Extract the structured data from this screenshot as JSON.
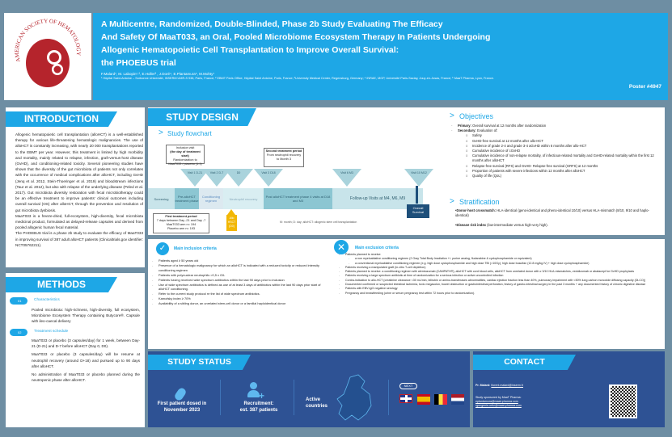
{
  "header": {
    "logo_text": "AMERICAN SOCIETY OF HEMATOLOGY",
    "title_lines": [
      "A Multicentre, Randomized, Double-Blinded, Phase 2b Study Evaluating The Efficacy",
      "And Safety Of MaaT033, an Oral, Pooled Microbiome Ecosystem Therapy In Patients Undergoing",
      "Allogenic Hematopoietic Cell Transplantation to Improve Overall Survival:",
      "the PHOEBUS trial"
    ],
    "authors": "F.Malard¹, M. Labopin¹˒², E.Holler³ , J.Doré⁴, E.Plantamura⁵, M.Mohty¹",
    "affiliations": "¹ Hôpital Saint-Antoine – Sorbonne Université, INSERM UMR-S 938, Paris, France; ² EBMT Paris Office, Hôpital Saint Antoine, Paris, France; ³University Medical Center, Regensburg, Germany; ⁴ INRAE, MGP, Université Paris-Saclay, Jouy-en-Josas, France; ⁵ MaaT Pharma, Lyon, France.",
    "poster_number": "Poster #4947"
  },
  "introduction": {
    "title": "INTRODUCTION",
    "paragraphs": [
      "Allogenic hematopoietic cell transplantation (alloHCT) is a well-established therapy for various life-threatening hematologic malignancies. The use of alloHCT is constantly increasing, with nearly 20 000 transplantations reported to the EBMT per year. However, this treatment is limited by high morbidity and mortality, mainly related to relapse, infection, graft-versus-host disease (GvHD), and conditioning-related toxicity. Several pioneering studies have shown that the diversity of the gut microbiota of patients not only correlates with the occurrence of medical complications after alloHCT, including GvHD (Jenq et al. 2012, Stein-Thoeringer et al. 2019) and bloodstream infections (Taur et al. 2012), but also with relapse of the underlying disease (Peled et al. 2017). Gut microbiota diversity restoration with fecal microbiotherapy could be an effective treatment to improve patients' clinical outcomes including overall survival (OS) after alloHCT, through the prevention and resolution of gut microbiota dysbiosis.",
      "MaaT033 is a freeze-dried, full-ecosystem, high-diversity, fecal microbiota medicinal product, formulated as delayed-release capsules and derived from pooled allogenic human fecal material.",
      "The PHOEBUS trial is a phase 2b study to evaluate the efficacy of MaaT033 in improving survival of 387 adult alloHCT patients (Clinicaltrials.gov identifier: NCT05762211)."
    ]
  },
  "methods": {
    "title": "METHODS",
    "items": [
      {
        "badge": "01",
        "heading": "Characteristics",
        "paragraphs": [
          "Pooled microbiota: high-richness, high-diversity, full ecosystem, Microbiome Ecosystem Therapy containing Butycore®. Capsule with ileo-caecal delivery"
        ]
      },
      {
        "badge": "02",
        "heading": "Treatment schedule",
        "paragraphs": [
          "MaaT033 or placebo (3 capsules/day) for 1 week, between Day-21 (D-21) and D-7 before alloHCT (Day 0, D0).",
          "MaaT033 or placebo (3 capsules/day) will be resume at neutrophil recovery (around D+18) and pursued up to 90 days after alloHCT.",
          "No administration of MaaT033 or placebo planned during the neutropenic phase after alloHCT."
        ]
      }
    ]
  },
  "study_design": {
    "title": "STUDY DESIGN",
    "flowchart_title": "Study flowchart",
    "inclusion_box": [
      "Inclusion visit",
      "(the day of treatment start)",
      "Randomization to MaaT033 / placebo (1:1)"
    ],
    "second_period_box": [
      "Second treatment period",
      "From neutrophil recovery to Month 3"
    ],
    "first_period_box": [
      "First treatment period",
      "7 days between Day -21 and Day -7",
      "MaaT033 arm n= 194",
      "Placebo arm n= 193"
    ],
    "visits": [
      "Visit 1 D-21",
      "Visit 2 D-7",
      "D0",
      "Visit 3 D18",
      "Visit 6 M3",
      "Visit 10 M12"
    ],
    "phases": [
      "Screening",
      "Pre-alloHCT treatment phase",
      "Conditioning regimen",
      "Neutrophil recovery",
      "Post alloHCT treatment phase 4 visits at D18 and M3",
      "Follow-up Visits at M4, M6, M9"
    ],
    "allo_label": "Allo HSCT (D0)",
    "outcome": "Overall Survival",
    "footnote": "M: month; D: day; alloHCT: allogenic stem cell transplantation"
  },
  "objectives": {
    "title": "Objectives",
    "primary_label": "Primary:",
    "primary": "Overall survival at 12 months after randomization",
    "secondary_label": "Secondary:",
    "secondary": "Evaluation of:",
    "secondary_items": [
      "Safety",
      "GvHD-free survival at 12 months after allo-HCT",
      "Incidence of grade 2-4 and grade 3-4 aGvHD within 6 months after allo-HCT",
      "Cumulative incidence of cGvHD",
      "Cumulative incidence of non-relapse mortality, of infectious-related mortality and GvHD-related mortality within the first 12 months after alloHCT",
      "Relapse-free survival (RFS) and GvHD- Relapse-free survival (GRFS) at 12 months",
      "Proportion of patients with severe infections within 12 months after alloHCT",
      "Quality of life (QoL)"
    ]
  },
  "stratification": {
    "title": "Stratification",
    "items": [
      {
        "label": "•Donor-host crossmatch:",
        "text": " HLA-identical (geno-identical and pheno-identical 10/10) versus HLA-mismatch (8/10, 9/10 and haplo-identical)"
      },
      {
        "label": "•Disease risk index",
        "text": " (low-intermediate versus high-very high)."
      }
    ]
  },
  "inclusion": {
    "title": "Main inclusion criteria",
    "items": [
      "Patients aged ≥ 50 years old",
      "Presence of a hematologic malignancy for which an alloHCT is indicated with a reduced toxicity or reduced intensity conditioning regimen",
      "Patients with polynuclear neutrophils >0,5 x G/L",
      "Patients having received wide spectrum antibiotics within the last 90 days prior to inclusion",
      "Use of wide spectrum antibiotics is defined as use of at least 3 days of antibiotics within the last 90 days prior start of alloHCT conditioning.",
      "Refer to the current study protocol re the list of wide spectrum antibiotics.",
      "Karnofsky index ≥ 70%",
      "Availability of a sibling donor, an unrelated stem-cell donor or a familial haploidentical donor"
    ]
  },
  "exclusion": {
    "title": "Main exclusion criteria",
    "items": [
      {
        "text": "Patients planned to receive:",
        "sub": [
          "a non myeloablative conditioning regimen (2 Gray Total Body Irradiation +/- purine analog, fludarabine & cyclophosphamide or equivalent)",
          "a conventional myeloablative conditioning regimen (e.g. high dose cyclophosphamide and high dose TBI (>10Gy); high dose busulfan (12.8 mg/kg IV) + high dose cyclophosphamide)"
        ]
      },
      {
        "text": "Patients receiving a manipulated graft (in-vitro T-cell depletion)"
      },
      {
        "text": "Patients planned to receive: a conditioning regimen with alemtuzumab (CAMPATH®), alloHCT with cord blood cells, alloHCT from unrelated donor with ≥ 3/10 HLA-mismatches, vedolizumab or abatacept for GvHD prophylaxis"
      },
      {
        "text": "Patients receiving a large spectrum antibiotic at time of randomization for a serious infection or active uncontrolled infection"
      },
      {
        "text": "Contra-indication to allo-HCT (creatinine clearance <30 mL/min, bilirubin or amino-transferases abnormalities, cardiac ejection fraction less than 40%, pulmonary impairment with <50% lung carbon monoxide diffusing capacity (DLCO))"
      },
      {
        "text": "Documented confirmed or suspected intestinal ischemia, toxic megacolon, bowel obstruction or gastrointestinal perforation, history of gastro-intestinal surgery in the past 3 months + any documented history of chronic digestive disease"
      },
      {
        "text": "Patients with EBV-IgG negative serology"
      },
      {
        "text": "Pregnancy and breastfeeding (urine or serum pregnancy test within 72 hours prior to randomization)."
      }
    ]
  },
  "study_status": {
    "title": "STUDY STATUS",
    "first_patient": [
      "First patient dosed in",
      "November 2023"
    ],
    "recruitment": [
      "Recruitment:",
      "est. 387 patients"
    ],
    "countries": [
      "Active",
      "countries"
    ],
    "next_label": "NEXT",
    "flags": [
      "uk-flag",
      "spain-flag",
      "belgium-flag",
      "netherlands-flag"
    ]
  },
  "contact": {
    "title": "CONTACT",
    "pi_label": "Pr. Malard:",
    "pi_email": "florent.malard@inserm.fr",
    "sponsor": "Study sponsored by MaaT Pharma:",
    "emails": [
      "eplantamura@maat-pharma.com",
      "rgengenle-ortiz@maat-pharma.com"
    ]
  },
  "colors": {
    "accent": "#1ea7e6",
    "dark_blue": "#2e5294",
    "background": "#6e8ea3",
    "logo_red": "#b5242c"
  }
}
